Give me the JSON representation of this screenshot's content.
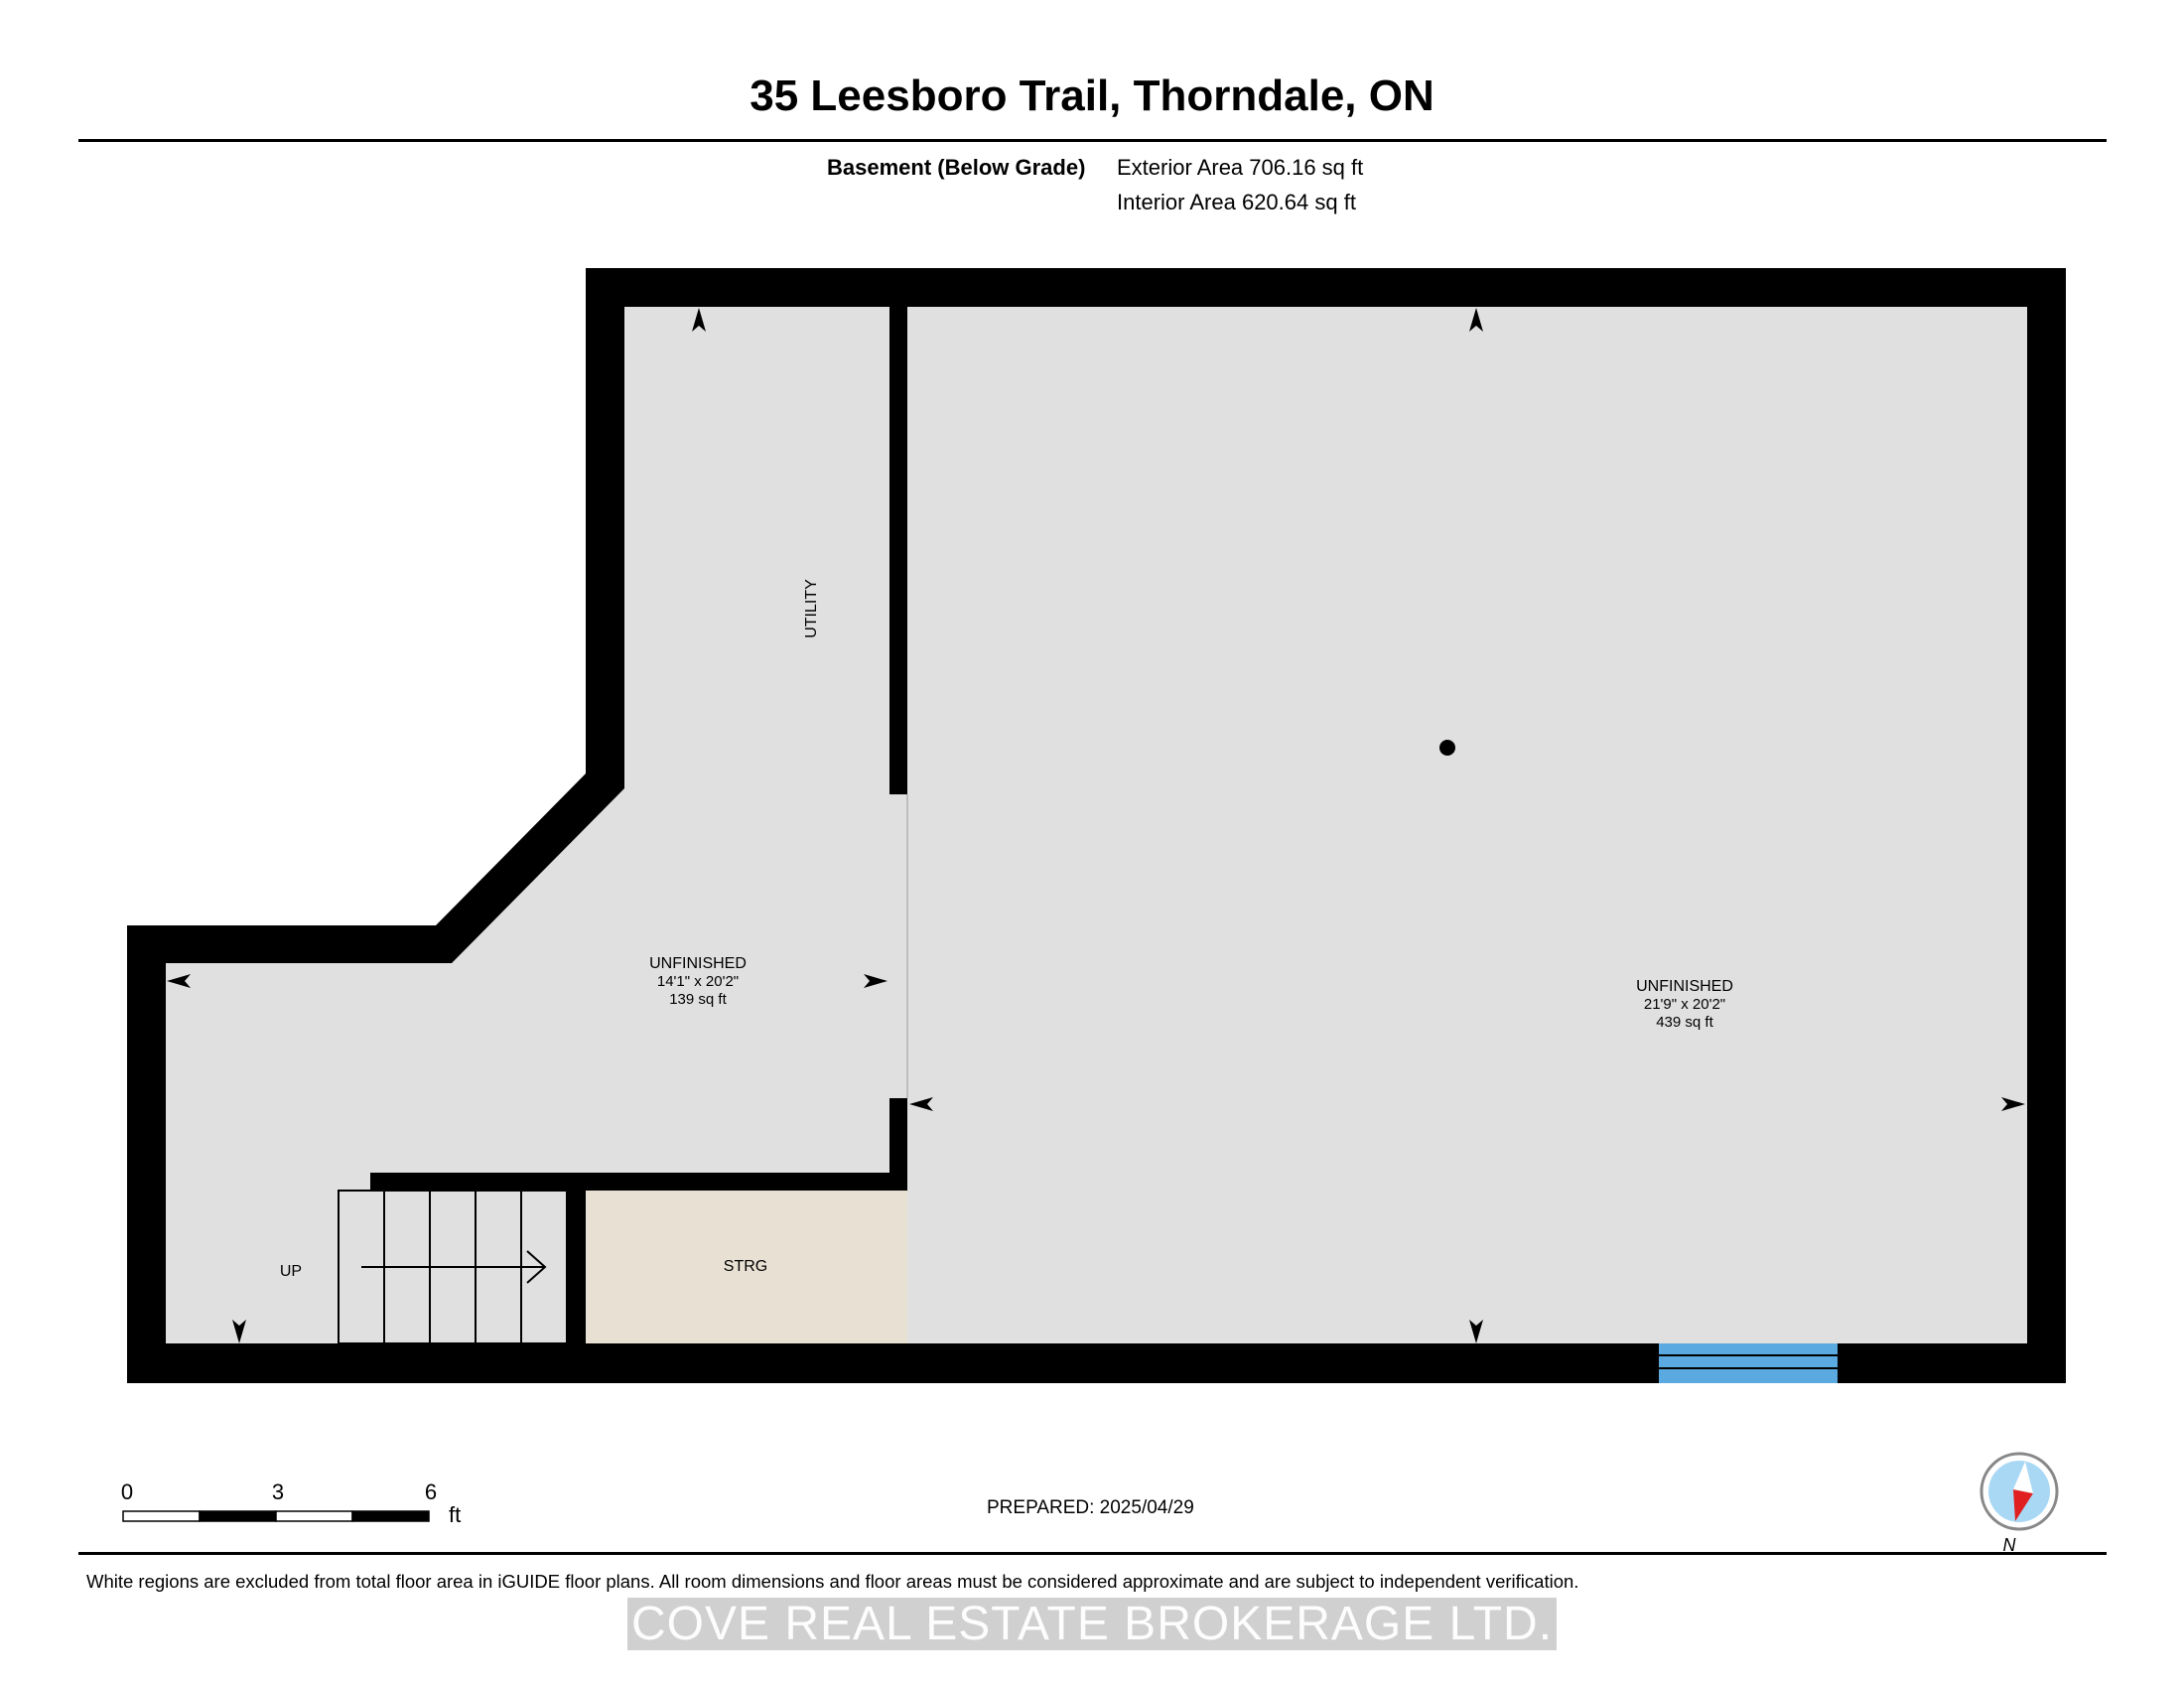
{
  "header": {
    "title": "35 Leesboro Trail, Thorndale, ON"
  },
  "floor_summary": {
    "floor_name": "Basement (Below Grade)",
    "exterior_area": "Exterior Area 706.16 sq ft",
    "interior_area": "Interior Area 620.64 sq ft"
  },
  "rooms": {
    "utility": {
      "label": "UTILITY"
    },
    "unfinished_west": {
      "label": "UNFINISHED",
      "dimensions": "14'1\" x 20'2\"",
      "area": "139 sq ft"
    },
    "unfinished_east": {
      "label": "UNFINISHED",
      "dimensions": "21'9\" x 20'2\"",
      "area": "439 sq ft"
    },
    "storage": {
      "label": "STRG"
    },
    "stairs": {
      "label": "UP"
    }
  },
  "scale_bar": {
    "tick_labels": [
      "0",
      "3",
      "6"
    ],
    "unit": "ft"
  },
  "compass": {
    "label": "N"
  },
  "footer": {
    "prepared": "PREPARED: 2025/04/29",
    "disclaimer": "White regions are excluded from total floor area in iGUIDE floor plans. All room dimensions and floor areas must be considered approximate and are subject to independent verification.",
    "watermark": "COVE REAL ESTATE BROKERAGE LTD."
  },
  "colors": {
    "wall": "#000000",
    "floor": "#e0e0e0",
    "storage_floor": "#e8e0d3",
    "window": "#5aa9e0",
    "compass_red": "#e02020",
    "compass_blue": "#a9d8f5"
  }
}
